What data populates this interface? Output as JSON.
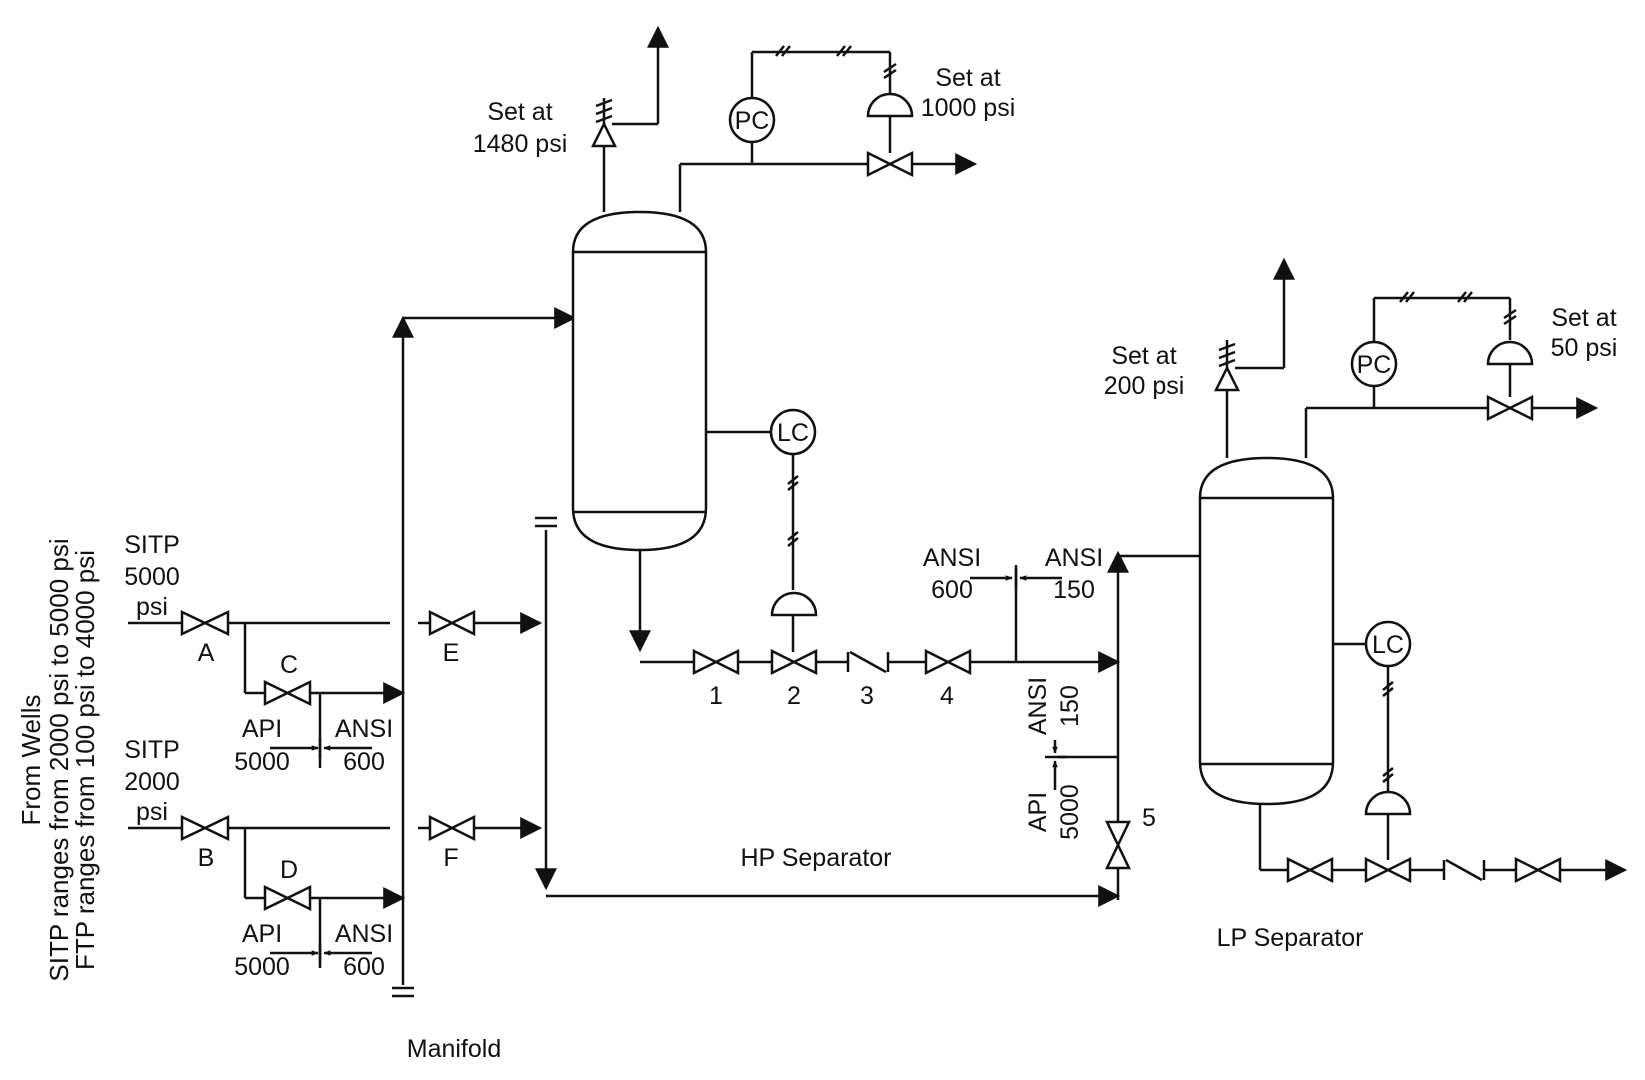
{
  "wells": {
    "side_text": [
      "From Wells",
      "SITP ranges from 2000 psi to 5000 psi",
      "FTP ranges from 100 psi to 4000 psi"
    ],
    "well_a": [
      "SITP",
      "5000",
      "psi"
    ],
    "well_b": [
      "SITP",
      "2000",
      "psi"
    ]
  },
  "valves": {
    "A": "A",
    "B": "B",
    "C": "C",
    "D": "D",
    "E": "E",
    "F": "F",
    "v1": "1",
    "v2": "2",
    "v3": "3",
    "v4": "4",
    "v5": "5"
  },
  "ratings": {
    "upper_api": [
      "API",
      "5000"
    ],
    "upper_ansi": [
      "ANSI",
      "600"
    ],
    "lower_api": [
      "API",
      "5000"
    ],
    "lower_ansi": [
      "ANSI",
      "600"
    ],
    "mid_ansi_left": [
      "ANSI",
      "600"
    ],
    "mid_ansi_right": [
      "ANSI",
      "150"
    ],
    "vert_ansi": [
      "ANSI",
      "150"
    ],
    "vert_api": [
      "API",
      "5000"
    ]
  },
  "hp": {
    "relief_set": [
      "Set at",
      "1480 psi"
    ],
    "pc_set": [
      "Set at",
      "1000 psi"
    ],
    "pc": "PC",
    "lc": "LC",
    "name": "HP Separator"
  },
  "lp": {
    "relief_set": [
      "Set at",
      "200 psi"
    ],
    "pc_set": [
      "Set at",
      "50 psi"
    ],
    "pc": "PC",
    "lc": "LC",
    "name": "LP Separator"
  },
  "manifold": "Manifold"
}
